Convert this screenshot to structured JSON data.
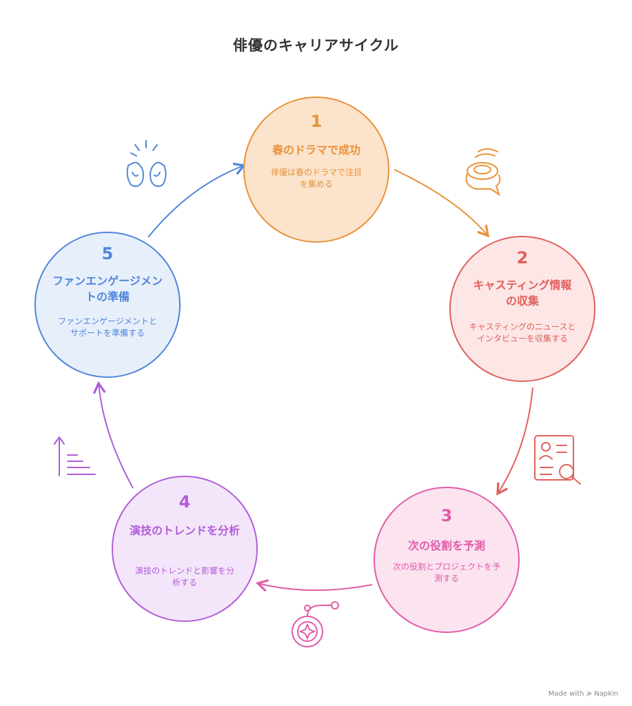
{
  "title": "俳優のキャリアサイクル",
  "steps": [
    {
      "number": "1",
      "title": "春のドラマで成功",
      "description": "俳優は春のドラマで注目を集める",
      "color": "#e8923a",
      "fill": "#fbe3cc",
      "icon": "spinning-coin-icon"
    },
    {
      "number": "2",
      "title": "キャスティング情報の収集",
      "description": "キャスティングのニュースとインタビューを収集する",
      "color": "#e0605c",
      "fill": "#fde6e6",
      "icon": "profile-search-icon"
    },
    {
      "number": "3",
      "title": "次の役割を予測",
      "description": "次の役割とプロジェクトを予測する",
      "color": "#e05ca8",
      "fill": "#fbe3f0",
      "icon": "crystal-ball-icon"
    },
    {
      "number": "4",
      "title": "演技のトレンドを分析",
      "description": "演技のトレンドと影響を分析する",
      "color": "#b05cd8",
      "fill": "#f4e6fa",
      "icon": "trend-chart-icon"
    },
    {
      "number": "5",
      "title": "ファンエンゲージメントの準備",
      "description": "ファンエンゲージメントとサポートを準備する",
      "color": "#4f86d9",
      "fill": "#e7effb",
      "icon": "clapping-hands-icon"
    }
  ],
  "footer": "Made with ≽ Napkin"
}
